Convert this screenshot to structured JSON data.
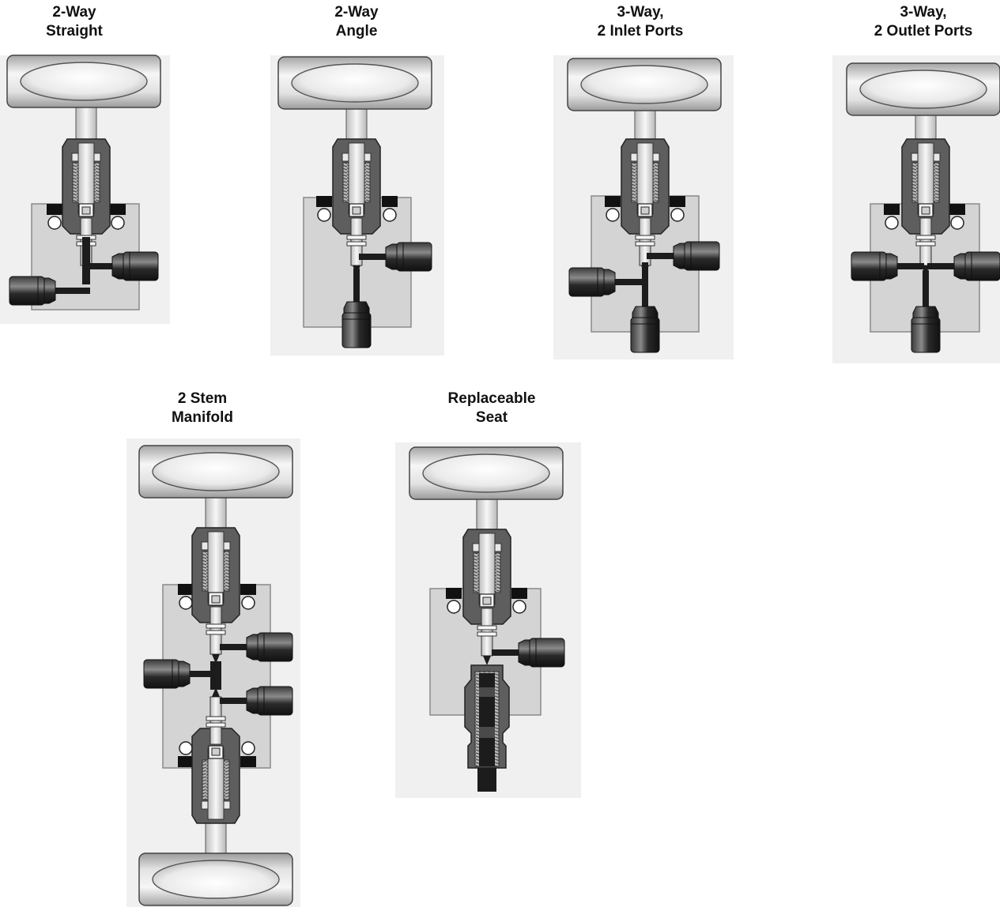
{
  "colors": {
    "body": "#d4d4d4",
    "body_stroke": "#8a8a8a",
    "bonnet": "#5e5e5e",
    "dark": "#1c1c1c",
    "handle_light": "#f4f4f4",
    "handle_dark": "#a9a9a9",
    "stem": "#e8e8e8",
    "thread": "#9a9a9a",
    "backdrop": "#f0f0f0"
  },
  "valves": [
    {
      "id": "2-way-straight",
      "caption": [
        "2-Way",
        "Straight"
      ],
      "icon": "needle-valve-2-way-straight"
    },
    {
      "id": "2-way-angle",
      "caption": [
        "2-Way",
        "Angle"
      ],
      "icon": "needle-valve-2-way-angle"
    },
    {
      "id": "3-way-2-inlet",
      "caption": [
        "3-Way,",
        "2 Inlet Ports"
      ],
      "icon": "needle-valve-3-way-2-inlet"
    },
    {
      "id": "3-way-2-outlet",
      "caption": [
        "3-Way,",
        "2 Outlet Ports"
      ],
      "icon": "needle-valve-3-way-2-outlet"
    },
    {
      "id": "2-stem-manifold",
      "caption": [
        "2 Stem",
        "Manifold"
      ],
      "icon": "needle-valve-2-stem-manifold"
    },
    {
      "id": "replaceable-seat",
      "caption": [
        "Replaceable",
        "Seat"
      ],
      "icon": "needle-valve-replaceable-seat"
    }
  ]
}
